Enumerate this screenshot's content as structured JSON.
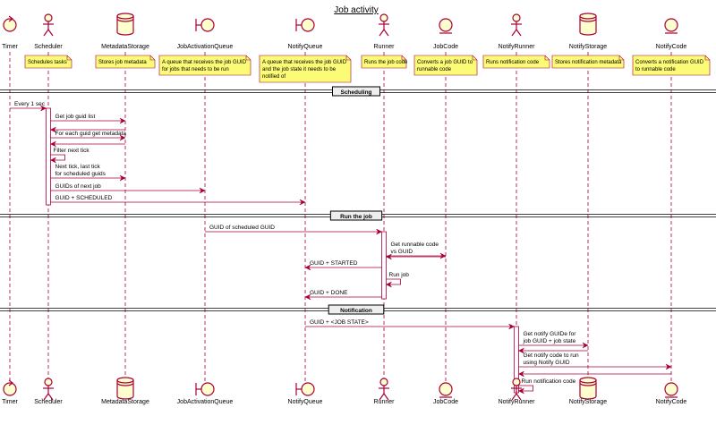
{
  "title": "Job activity",
  "colors": {
    "arrow": "#A80036",
    "note_fill": "#FBFB77",
    "note_border": "#A80036",
    "participant_fill": "#FEFECE",
    "divider_line": "#000000",
    "activation_fill": "#FFFFFF"
  },
  "participants": [
    {
      "id": "timer",
      "name": "Timer",
      "kind": "control",
      "icon": "control-icon"
    },
    {
      "id": "sched",
      "name": "Scheduler",
      "kind": "actor",
      "icon": "actor-icon"
    },
    {
      "id": "meta",
      "name": "MetadataStorage",
      "kind": "database",
      "icon": "database-icon"
    },
    {
      "id": "jaq",
      "name": "JobActivationQueue",
      "kind": "boundary",
      "icon": "boundary-icon"
    },
    {
      "id": "nq",
      "name": "NotifyQueue",
      "kind": "boundary",
      "icon": "boundary-icon"
    },
    {
      "id": "runner",
      "name": "Runner",
      "kind": "actor",
      "icon": "actor-icon"
    },
    {
      "id": "jcode",
      "name": "JobCode",
      "kind": "entity",
      "icon": "entity-icon"
    },
    {
      "id": "nrun",
      "name": "NotifyRunner",
      "kind": "actor",
      "icon": "actor-icon"
    },
    {
      "id": "nstore",
      "name": "NotifyStorage",
      "kind": "database",
      "icon": "database-icon"
    },
    {
      "id": "ncode",
      "name": "NotifyCode",
      "kind": "entity",
      "icon": "entity-icon"
    }
  ],
  "notes": [
    {
      "over": "sched",
      "lines": [
        "Schedules tasks"
      ]
    },
    {
      "over": "meta",
      "lines": [
        "Stores job metadata"
      ]
    },
    {
      "over": "jaq",
      "lines": [
        "A queue that receives the job GUID",
        "for jobs that needs to be run"
      ]
    },
    {
      "over": "nq",
      "lines": [
        "A queue that receives the job GUID",
        "and the job state it needs to be",
        "notified of"
      ]
    },
    {
      "over": "runner",
      "lines": [
        "Runs the job code"
      ]
    },
    {
      "over": "jcode",
      "lines": [
        "Converts a job GUID to",
        "runnable code"
      ]
    },
    {
      "over": "nrun",
      "lines": [
        "Runs notification code"
      ]
    },
    {
      "over": "nstore",
      "lines": [
        "Stores notification metadata"
      ]
    },
    {
      "over": "ncode",
      "lines": [
        "Converts a notification GUID",
        "to runnable code"
      ]
    }
  ],
  "dividers": [
    "Scheduling",
    "Run the job",
    "Notification"
  ],
  "messages": [
    {
      "from": "timer",
      "to": "sched",
      "lines": [
        "Every 1 sec"
      ]
    },
    {
      "from": "sched",
      "to": "meta",
      "lines": [
        "Get job guid list"
      ]
    },
    {
      "from": "meta",
      "to": "sched",
      "lines": []
    },
    {
      "from": "sched",
      "to": "meta",
      "lines": [
        "For each guid get metadata"
      ]
    },
    {
      "from": "meta",
      "to": "sched",
      "lines": []
    },
    {
      "from": "sched",
      "to": "sched",
      "lines": [
        "Filter next tick"
      ]
    },
    {
      "from": "sched",
      "to": "meta",
      "lines": [
        "Next tick, last tick",
        "for scheduled guids"
      ]
    },
    {
      "from": "sched",
      "to": "jaq",
      "lines": [
        "GUIDs of next job"
      ]
    },
    {
      "from": "sched",
      "to": "nq",
      "lines": [
        "GUID + SCHEDULED"
      ]
    },
    {
      "from": "jaq",
      "to": "runner",
      "lines": [
        "GUID of scheduled GUID"
      ]
    },
    {
      "from": "runner",
      "to": "jcode",
      "lines": [
        "Get runnable code",
        "vs GUID"
      ]
    },
    {
      "from": "jcode",
      "to": "runner",
      "lines": []
    },
    {
      "from": "runner",
      "to": "nq",
      "lines": [
        "GUID + STARTED"
      ]
    },
    {
      "from": "runner",
      "to": "runner",
      "lines": [
        "Run job"
      ]
    },
    {
      "from": "runner",
      "to": "nq",
      "lines": [
        "GUID + DONE"
      ]
    },
    {
      "from": "nq",
      "to": "nrun",
      "lines": [
        "GUID + <JOB STATE>"
      ]
    },
    {
      "from": "nrun",
      "to": "nstore",
      "lines": [
        "Get notify GUIDe for",
        "job GUID + job state"
      ]
    },
    {
      "from": "nstore",
      "to": "nrun",
      "lines": []
    },
    {
      "from": "nrun",
      "to": "ncode",
      "lines": [
        "Get notify code to run",
        "using Notify GUID"
      ]
    },
    {
      "from": "ncode",
      "to": "nrun",
      "lines": []
    },
    {
      "from": "nrun",
      "to": "nrun",
      "lines": [
        "Run notification code"
      ]
    }
  ]
}
